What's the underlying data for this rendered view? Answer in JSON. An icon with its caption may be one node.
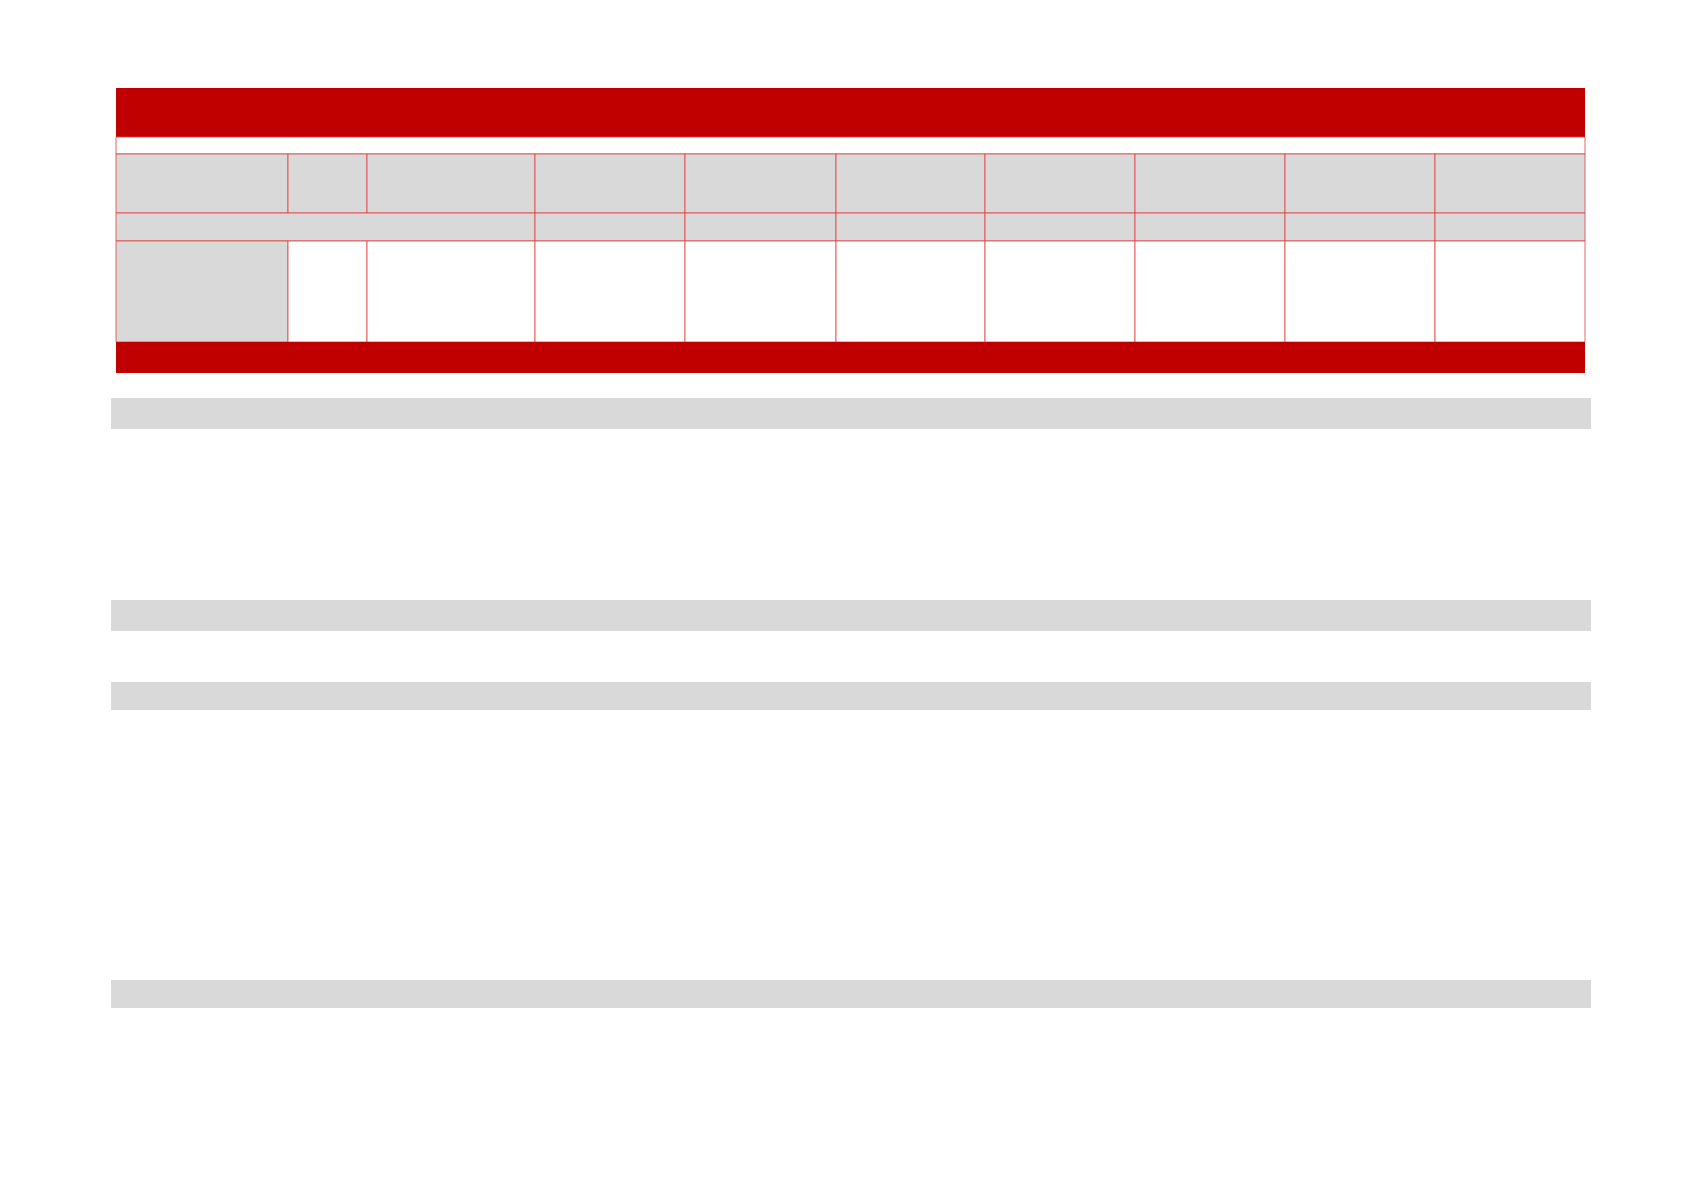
{
  "diagram": {
    "nodes": [
      {
        "text": [],
        "shape": "bar"
      },
      {
        "text": [],
        "shape": "box"
      },
      {
        "text": [],
        "shape": "box"
      },
      {
        "text": [],
        "shape": "box"
      },
      {
        "text": [],
        "shape": "box"
      },
      {
        "text": [],
        "shape": "box"
      },
      {
        "text": [],
        "shape": "box"
      },
      {
        "text": [],
        "shape": "box"
      },
      {
        "text": [],
        "shape": "box"
      },
      {
        "text": [],
        "shape": "box"
      },
      {
        "text": [],
        "shape": "box"
      },
      {
        "text": [],
        "shape": "box"
      },
      {
        "text": [],
        "shape": "box"
      },
      {
        "text": [],
        "shape": "box"
      },
      {
        "text": [],
        "shape": "box"
      },
      {
        "text": [],
        "shape": "box"
      },
      {
        "text": [],
        "shape": "box"
      },
      {
        "text": [],
        "shape": "box"
      },
      {
        "text": [],
        "shape": "box"
      },
      {
        "text": [],
        "shape": "box"
      },
      {
        "text": [],
        "shape": "box"
      },
      {
        "text": [],
        "shape": "box"
      },
      {
        "text": [],
        "shape": "box"
      },
      {
        "text": [],
        "shape": "box"
      },
      {
        "text": [],
        "shape": "box"
      },
      {
        "text": [],
        "shape": "box"
      },
      {
        "text": [],
        "shape": "box"
      },
      {
        "text": [],
        "shape": "box"
      },
      {
        "text": [],
        "shape": "box"
      },
      {
        "text": [],
        "shape": "box"
      },
      {
        "text": [],
        "shape": "bar"
      },
      {
        "text": [],
        "shape": "bar"
      },
      {
        "text": [],
        "shape": "bar"
      },
      {
        "text": [],
        "shape": "bar"
      },
      {
        "text": [],
        "shape": "bar"
      }
    ]
  }
}
